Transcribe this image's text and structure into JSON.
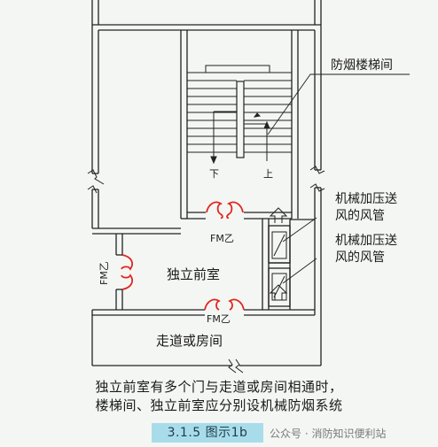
{
  "labels": {
    "stairwell": "防烟楼梯间",
    "down": "下",
    "up": "上",
    "duct_top": [
      "机械加压送",
      "风的风管"
    ],
    "duct_bottom": [
      "机械加压送",
      "风的风管"
    ],
    "door_right": "FM乙",
    "door_left": "FM乙",
    "door_bottom": "FM乙",
    "anteroom": "独立前室",
    "corridor": "走道或房间"
  },
  "caption": {
    "line1": "独立前室有多个门与走道或房间相通时，",
    "line2": "楼梯间、独立前室应分别设机械防烟系统"
  },
  "figure_label": "3.1.5 图示1b",
  "watermark": "公众号 · 消防知识便利站",
  "colors": {
    "line": "#222222",
    "door": "#e0261f",
    "wall_fill": "#f4f6f3",
    "badge": "#a9dcea"
  }
}
